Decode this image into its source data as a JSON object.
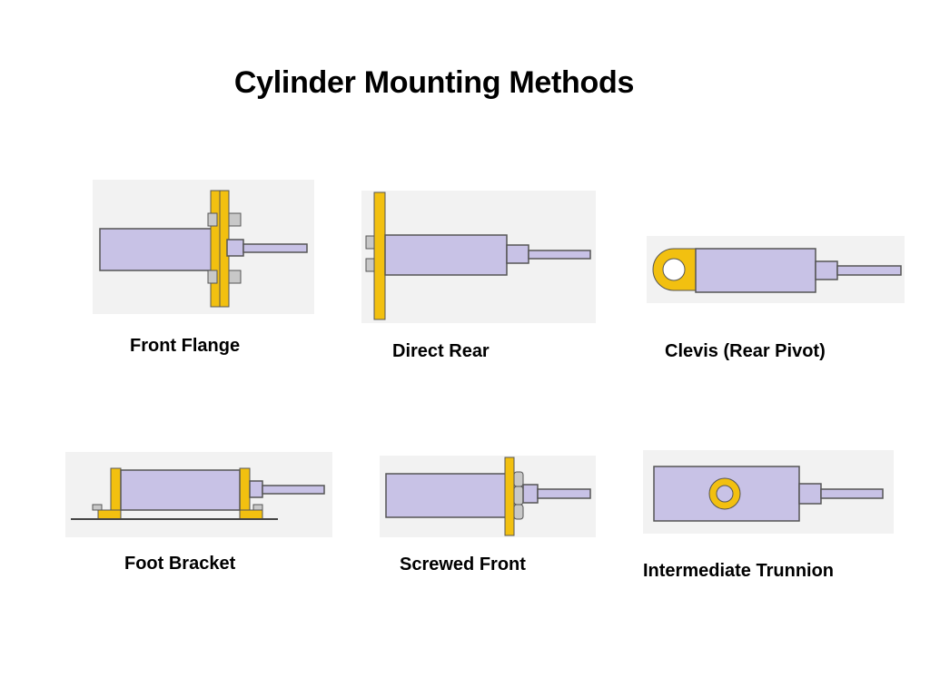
{
  "title": "Cylinder Mounting Methods",
  "colors": {
    "cylinder": "#c8c2e6",
    "bracket": "#f2c010",
    "bolt": "#c8c8c8",
    "panel": "#f2f2f2",
    "outline": "#444444"
  },
  "methods": [
    {
      "label": "Front Flange"
    },
    {
      "label": "Direct Rear"
    },
    {
      "label": "Clevis (Rear Pivot)"
    },
    {
      "label": "Foot Bracket"
    },
    {
      "label": "Screwed Front"
    },
    {
      "label": "Intermediate Trunnion"
    }
  ]
}
